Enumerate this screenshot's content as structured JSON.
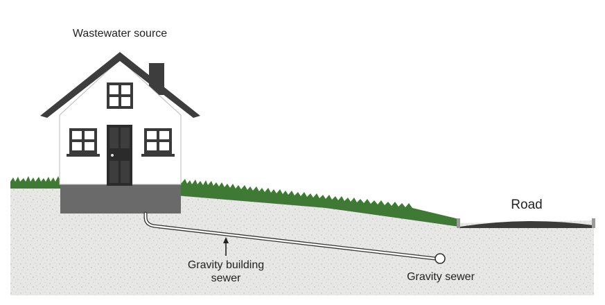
{
  "labels": {
    "source": "Wastewater source",
    "road": "Road",
    "building_sewer_line1": "Gravity building",
    "building_sewer_line2": "sewer",
    "gravity_sewer": "Gravity sewer"
  },
  "colors": {
    "grass": "#3e7a34",
    "grass_dark": "#2d5e26",
    "soil": "#e7e7e5",
    "soil_speckle": "#b9b9b6",
    "foundation": "#6a6a6a",
    "house_wall": "#ffffff",
    "house_outline": "#b8b8b8",
    "roof": "#3d3d3d",
    "window_frame": "#3a3a3a",
    "door": "#2b2b2b",
    "road": "#3c3c3c",
    "pipe": "#333333"
  },
  "icons": {
    "house": "house-icon",
    "road": "road-surface",
    "sewer_main": "pipe-cross-section-icon"
  }
}
